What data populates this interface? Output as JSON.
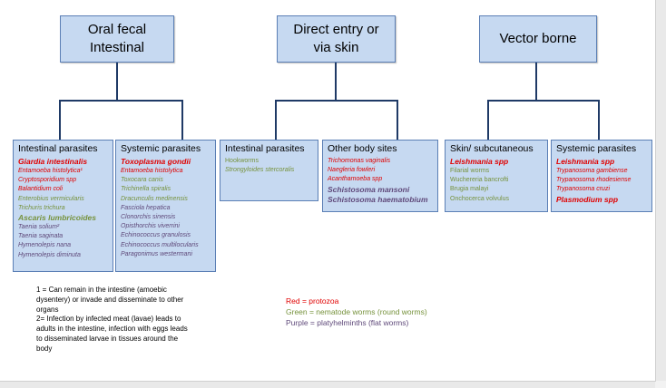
{
  "categories": [
    {
      "title": "Oral fecal\nIntestinal",
      "groups": [
        {
          "heading": "Intestinal parasites",
          "items": [
            {
              "text": "Giardia intestinalis",
              "color": "red",
              "style": "big"
            },
            {
              "text": "Entamoeba histolytica¹",
              "color": "red"
            },
            {
              "text": "Cryptosporidium spp",
              "color": "red"
            },
            {
              "text": "Balantidium coli",
              "color": "red"
            },
            {
              "text": "Enterobius vermicularis",
              "color": "green"
            },
            {
              "text": "Trichuris trichura",
              "color": "green"
            },
            {
              "text": "Ascaris lumbricoides",
              "color": "green",
              "style": "big"
            },
            {
              "text": "Taenia solium²",
              "color": "purple"
            },
            {
              "text": "Taenia saginata",
              "color": "purple"
            },
            {
              "text": "Hymenolepis nana",
              "color": "purple"
            },
            {
              "text": "Hymenolepis diminuta",
              "color": "purple"
            }
          ]
        },
        {
          "heading": "Systemic parasites",
          "items": [
            {
              "text": "Toxoplasma gondii",
              "color": "red",
              "style": "big"
            },
            {
              "text": "Entamoeba histolytica",
              "color": "red"
            },
            {
              "text": "Toxocara canis",
              "color": "green"
            },
            {
              "text": "Trichinella spiralis",
              "color": "green"
            },
            {
              "text": "Dracunculis medinensis",
              "color": "green"
            },
            {
              "text": "Fasciola hepatica",
              "color": "purple"
            },
            {
              "text": "Clonorchis sinensis",
              "color": "purple"
            },
            {
              "text": "Opisthorchis viverrini",
              "color": "purple"
            },
            {
              "text": "Echinococcus granulosis",
              "color": "purple"
            },
            {
              "text": "Echinococcus multilocularis",
              "color": "purple"
            },
            {
              "text": "Paragonimus westermani",
              "color": "purple"
            }
          ]
        }
      ]
    },
    {
      "title": "Direct entry or\nvia skin",
      "groups": [
        {
          "heading": "Intestinal parasites",
          "items": [
            {
              "text": "Hookworms",
              "color": "green",
              "style": "plain"
            },
            {
              "text": "Strongyloides stercoralis",
              "color": "green"
            }
          ]
        },
        {
          "heading": "Other body sites",
          "items": [
            {
              "text": "Trichomonas vaginalis",
              "color": "red"
            },
            {
              "text": "Naegleria fowleri",
              "color": "red"
            },
            {
              "text": "Acanthamoeba spp",
              "color": "red"
            },
            {
              "text": "Schistosoma mansoni",
              "color": "purple",
              "style": "big"
            },
            {
              "text": "Schistosoma haematobium",
              "color": "purple",
              "style": "big"
            }
          ]
        }
      ]
    },
    {
      "title": "Vector borne",
      "groups": [
        {
          "heading": "Skin/ subcutaneous",
          "items": [
            {
              "text": "Leishmania spp",
              "color": "red",
              "style": "big"
            },
            {
              "text": "Filarial worms",
              "color": "green",
              "style": "plain"
            },
            {
              "text": "Wuchereria bancrofti",
              "color": "green",
              "style": "plain"
            },
            {
              "text": "Brugia malayi",
              "color": "green",
              "style": "plain"
            },
            {
              "text": "Onchocerca volvulus",
              "color": "green",
              "style": "plain"
            }
          ]
        },
        {
          "heading": "Systemic parasites",
          "items": [
            {
              "text": "Leishmania spp",
              "color": "red",
              "style": "big"
            },
            {
              "text": "Trypanosoma gambiense",
              "color": "red"
            },
            {
              "text": "Trypanosoma rhodesiense",
              "color": "red"
            },
            {
              "text": "Trypanosoma cruzi",
              "color": "red"
            },
            {
              "text": "Plasmodium spp",
              "color": "red",
              "style": "big"
            }
          ]
        }
      ]
    }
  ],
  "footnotes": "1 = Can remain in the intestine (amoebic dysentery) or invade and disseminate to other organs\n2= Infection by infected meat (lavae) leads to adults in the intestine, infection with eggs leads to disseminated larvae in tissues around the body",
  "legend": [
    {
      "text": "Red = protozoa",
      "color": "red"
    },
    {
      "text": "Green = nematode worms (round worms)",
      "color": "green"
    },
    {
      "text": "Purple = platyhelminths (flat worms)",
      "color": "purple"
    }
  ]
}
